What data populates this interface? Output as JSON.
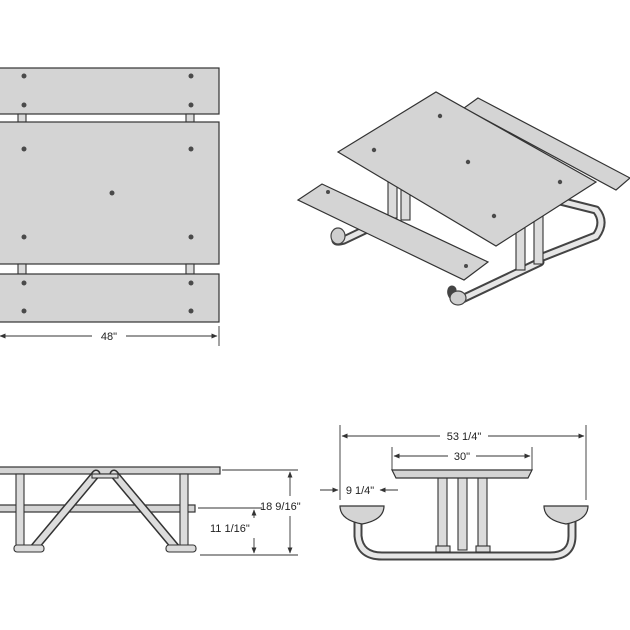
{
  "dimensions": {
    "top_view_width": "48\"",
    "side_view_height_total": "18 9/16\"",
    "side_view_height_seat": "11 1/16\"",
    "end_view_overall_width": "53 1/4\"",
    "end_view_table_width": "30\"",
    "end_view_seat_offset": "9 1/4\""
  },
  "colors": {
    "plank_fill": "#d4d4d4",
    "outline": "#333333",
    "bolt": "#4a4a4a",
    "frame": "#444444"
  }
}
